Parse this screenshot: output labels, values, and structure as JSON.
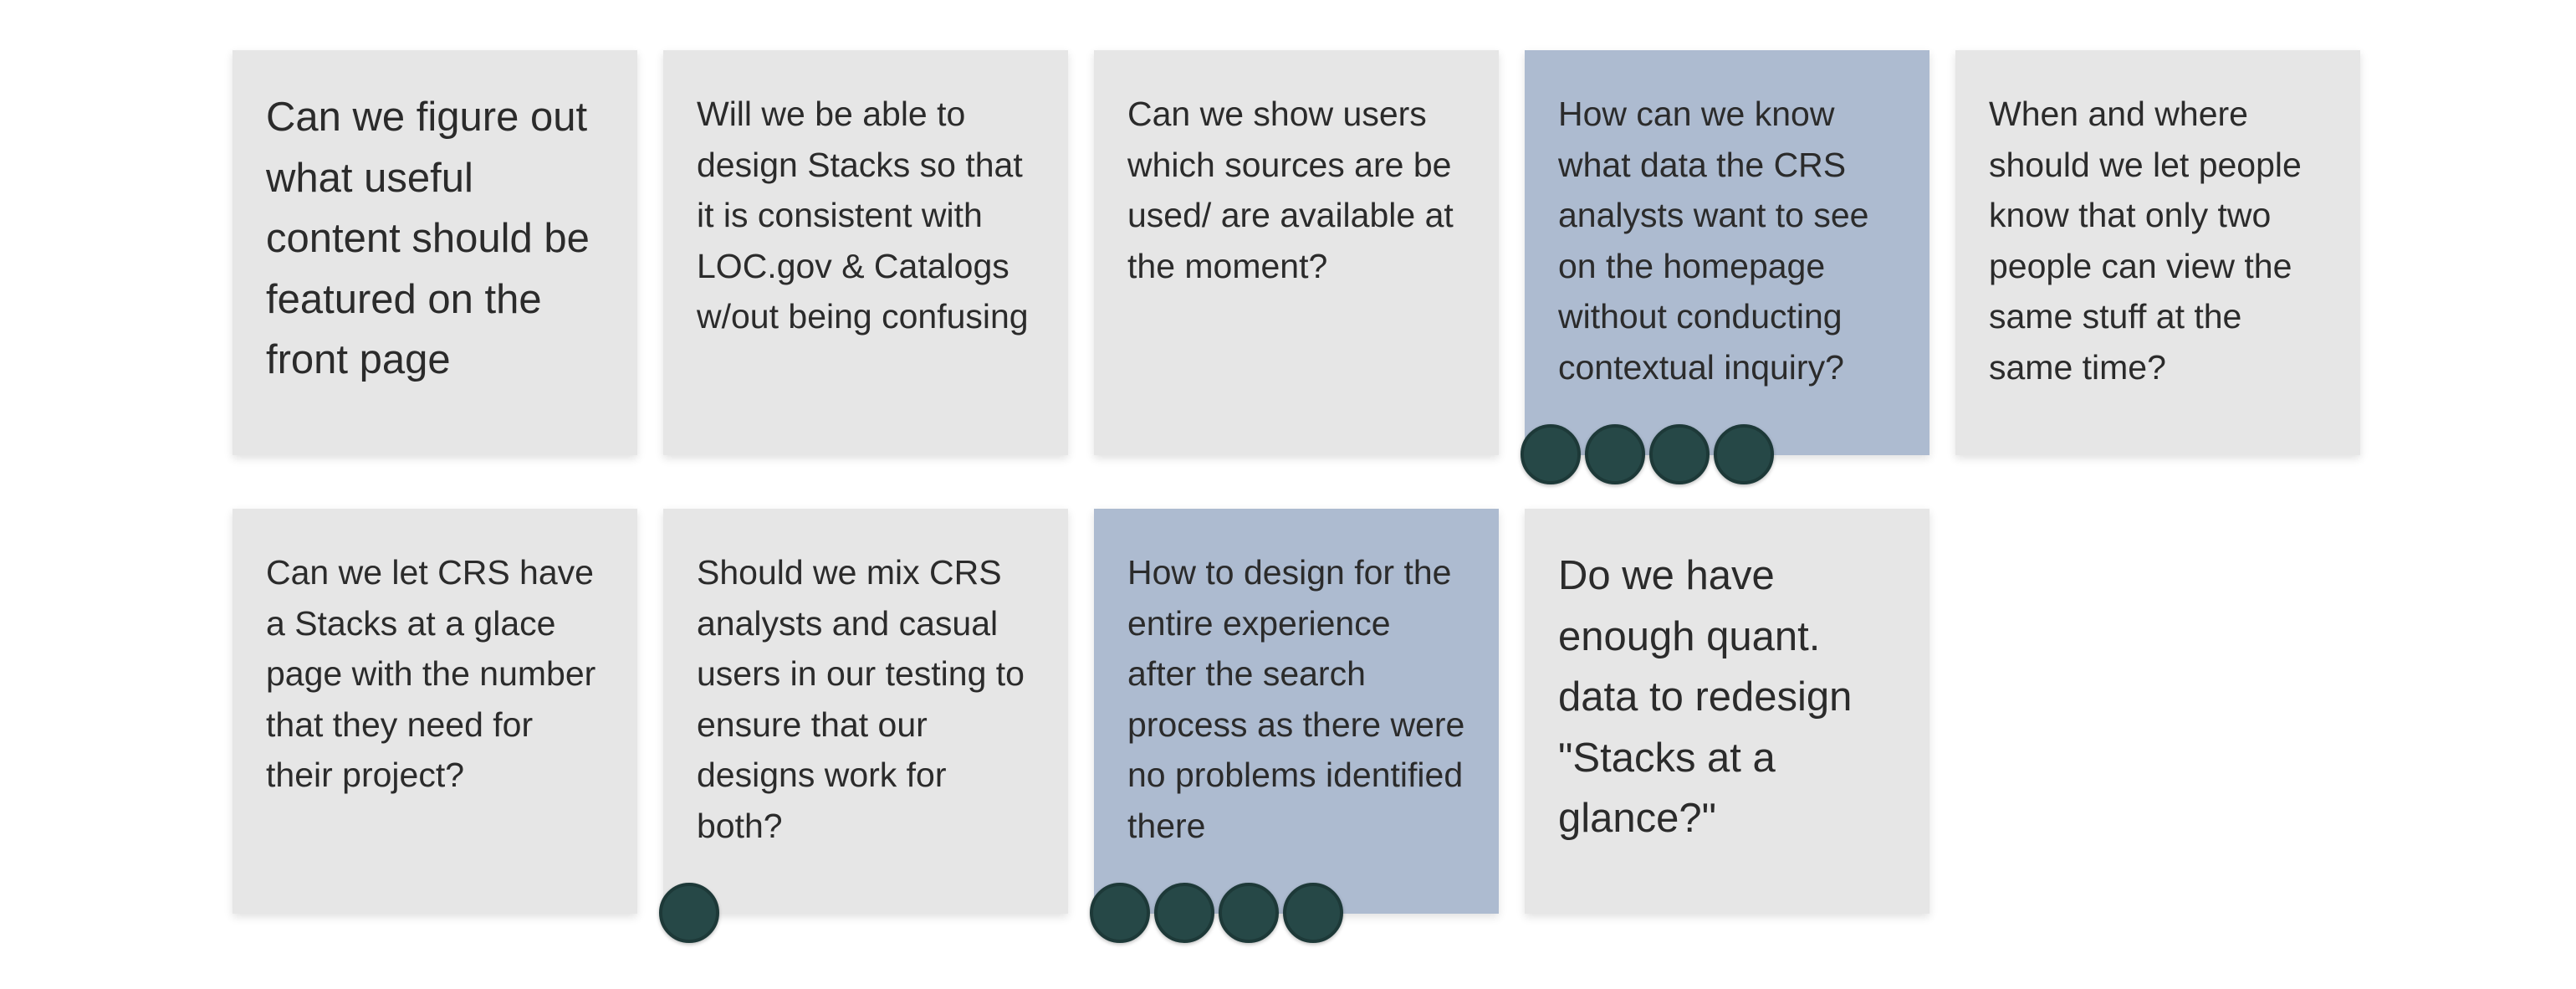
{
  "notes": [
    {
      "text": "Can we figure out what useful content should be featured on the front page",
      "color": "#e6e6e6",
      "votes": 0
    },
    {
      "text": "Will we be able to design Stacks so that it is consistent with LOC.gov & Catalogs w/out being confusing",
      "color": "#e6e6e6",
      "votes": 0
    },
    {
      "text": "Can we show users which sources are be used/ are available at the moment?",
      "color": "#e6e6e6",
      "votes": 0
    },
    {
      "text": "How can we know what data the CRS analysts want to see on the homepage without conducting contextual inquiry?",
      "color": "#adbbd0",
      "votes": 4
    },
    {
      "text": "When and where should we let people know that only two people can view the same stuff at the same time?",
      "color": "#e6e6e6",
      "votes": 0
    },
    {
      "text": "Can we let CRS have a Stacks at a glace page with the number that they need for their project?",
      "color": "#e6e6e6",
      "votes": 0
    },
    {
      "text": "Should we mix CRS analysts and casual users in our testing to ensure that our designs work for both?",
      "color": "#e6e6e6",
      "votes": 1
    },
    {
      "text": "How to design for the entire experience after the search process as there were no problems identified there",
      "color": "#adbbd0",
      "votes": 4
    },
    {
      "text": "Do we have enough quant. data to redesign \"Stacks at a glance?\"",
      "color": "#e6e6e6",
      "votes": 0
    }
  ],
  "colors": {
    "note_default": "#e6e6e6",
    "note_highlight": "#adbbd0",
    "vote_dot": "#264847",
    "text": "#2b2b2b"
  },
  "icons": {
    "vote": "vote-dot-icon"
  }
}
